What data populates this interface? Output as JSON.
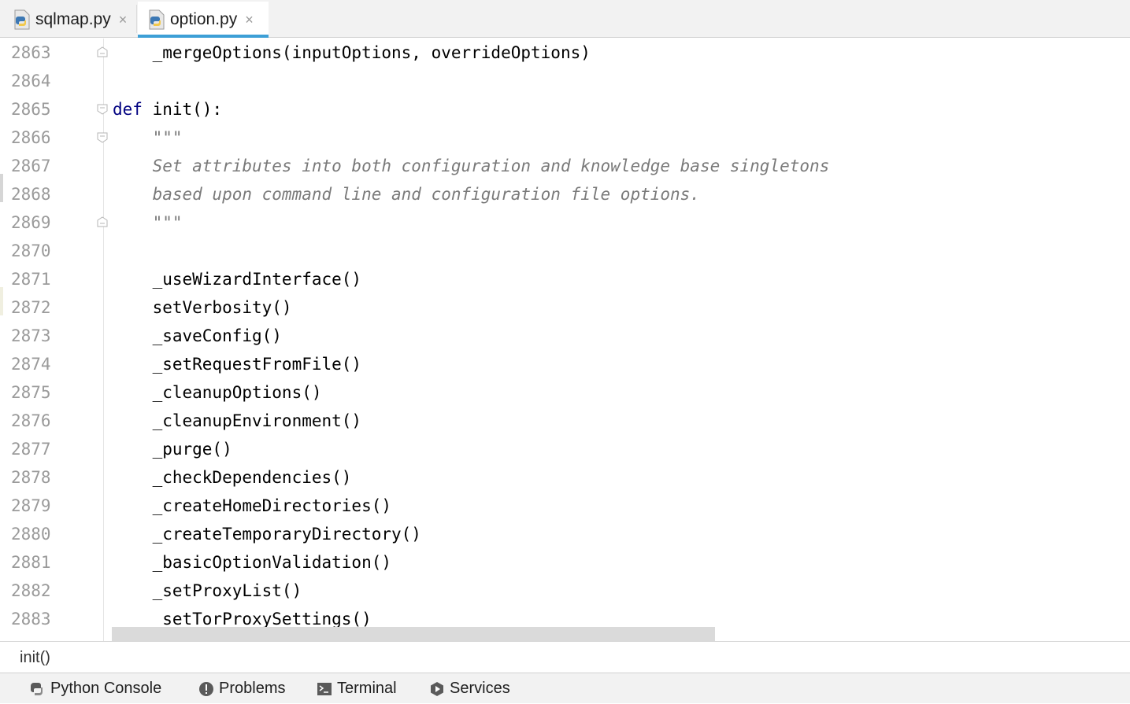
{
  "tabs": [
    {
      "label": "sqlmap.py",
      "close": "×",
      "active": false
    },
    {
      "label": "option.py",
      "close": "×",
      "active": true
    }
  ],
  "lines": [
    {
      "num": "2863",
      "code": "    _mergeOptions(inputOptions, overrideOptions)"
    },
    {
      "num": "2864",
      "code": ""
    },
    {
      "num": "2865",
      "keyword": "def",
      "code": " init():"
    },
    {
      "num": "2866",
      "doc": "    \"\"\""
    },
    {
      "num": "2867",
      "doc": "    Set attributes into both configuration and knowledge base singletons"
    },
    {
      "num": "2868",
      "doc": "    based upon command line and configuration file options."
    },
    {
      "num": "2869",
      "doc": "    \"\"\""
    },
    {
      "num": "2870",
      "code": ""
    },
    {
      "num": "2871",
      "code": "    _useWizardInterface()"
    },
    {
      "num": "2872",
      "code": "    setVerbosity()"
    },
    {
      "num": "2873",
      "code": "    _saveConfig()"
    },
    {
      "num": "2874",
      "code": "    _setRequestFromFile()"
    },
    {
      "num": "2875",
      "code": "    _cleanupOptions()"
    },
    {
      "num": "2876",
      "code": "    _cleanupEnvironment()"
    },
    {
      "num": "2877",
      "code": "    _purge()"
    },
    {
      "num": "2878",
      "code": "    _checkDependencies()"
    },
    {
      "num": "2879",
      "code": "    _createHomeDirectories()"
    },
    {
      "num": "2880",
      "code": "    _createTemporaryDirectory()"
    },
    {
      "num": "2881",
      "code": "    _basicOptionValidation()"
    },
    {
      "num": "2882",
      "code": "    _setProxyList()"
    },
    {
      "num": "2883",
      "code": "    _setTorProxySettings()"
    }
  ],
  "breadcrumb": "init()",
  "tools": [
    {
      "label": "Python Console",
      "icon": "python-console-icon"
    },
    {
      "label": "Problems",
      "icon": "problems-icon"
    },
    {
      "label": "Terminal",
      "icon": "terminal-icon"
    },
    {
      "label": "Services",
      "icon": "services-icon"
    }
  ],
  "colors": {
    "active_tab_underline": "#3d9fd6",
    "keyword": "#000080",
    "docstring": "#7a7a7a",
    "line_number": "#9a9a9a"
  }
}
